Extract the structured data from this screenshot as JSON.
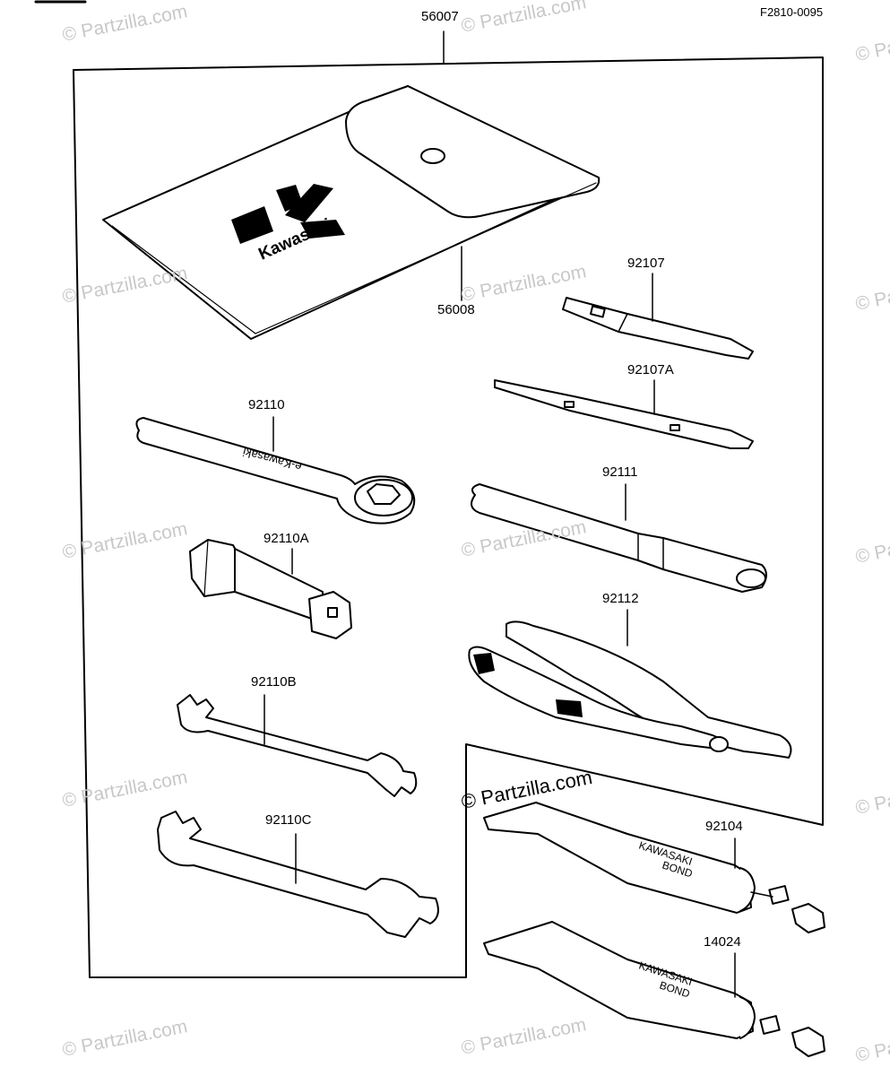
{
  "figure_code": "F2810-0095",
  "watermark": "© Partzilla.com",
  "brand": "Kawasaki",
  "tube_text": [
    "KAWASAKI",
    "BOND"
  ],
  "parts": [
    {
      "id": "56007",
      "name": "kit-label"
    },
    {
      "id": "56008",
      "name": "tool-bag-label"
    },
    {
      "id": "92107",
      "name": "screwdriver-label"
    },
    {
      "id": "92107A",
      "name": "screwdriver-alt-label"
    },
    {
      "id": "92110",
      "name": "box-wrench-label"
    },
    {
      "id": "92110A",
      "name": "spark-plug-socket-label"
    },
    {
      "id": "92111",
      "name": "tool-handle-label"
    },
    {
      "id": "92112",
      "name": "pliers-label"
    },
    {
      "id": "92110B",
      "name": "open-wrench-small-label"
    },
    {
      "id": "92110C",
      "name": "open-wrench-large-label"
    },
    {
      "id": "92104",
      "name": "bond-tube-label"
    },
    {
      "id": "14024",
      "name": "bond-tube-alt-label"
    }
  ]
}
